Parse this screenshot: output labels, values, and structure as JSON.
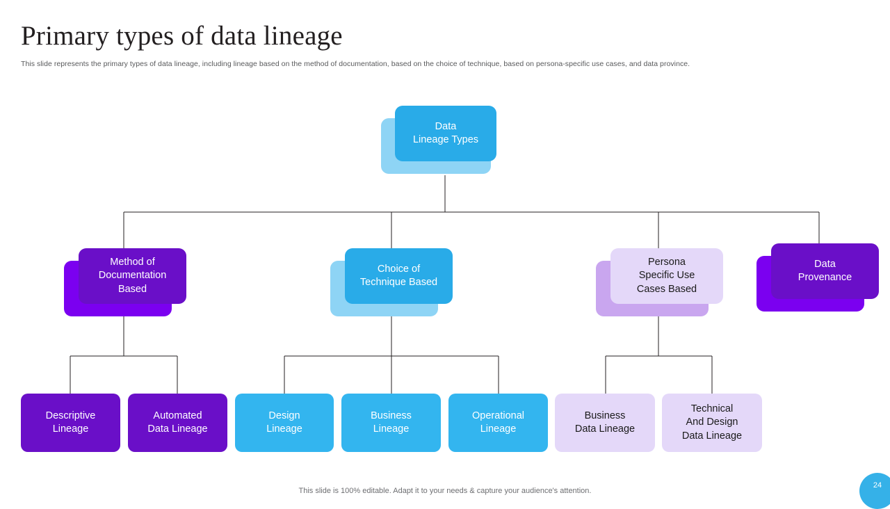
{
  "header": {
    "title": "Primary types of data lineage",
    "subtitle": "This slide represents the primary types of data lineage, including lineage based on the method of documentation, based on the choice of technique, based on persona-specific use cases, and data province."
  },
  "diagram": {
    "type": "hierarchy-tree",
    "root": {
      "label": "Data\nLineage Types",
      "color": "#29abe8",
      "shadow_color": "#8ed4f5",
      "text_color": "#ffffff"
    },
    "level2": [
      {
        "label": "Method of\nDocumentation\nBased",
        "color": "#6a0fc8",
        "shadow_color": "#7b00f0",
        "text_color": "#ffffff"
      },
      {
        "label": "Choice of\nTechnique Based",
        "color": "#29abe8",
        "shadow_color": "#8ed4f5",
        "text_color": "#ffffff"
      },
      {
        "label": "Persona\nSpecific Use\nCases Based",
        "color": "#e4d8f9",
        "shadow_color": "#c9a6ef",
        "text_color": "#1a1a1a"
      },
      {
        "label": "Data\nProvenance",
        "color": "#6a0fc8",
        "shadow_color": "#7b00f0",
        "text_color": "#ffffff"
      }
    ],
    "level3": [
      {
        "label": "Descriptive\nLineage",
        "color": "#6a0fc8",
        "text_color": "#ffffff"
      },
      {
        "label": "Automated\nData Lineage",
        "color": "#6a0fc8",
        "text_color": "#ffffff"
      },
      {
        "label": "Design\nLineage",
        "color": "#33b5ef",
        "text_color": "#ffffff"
      },
      {
        "label": "Business\nLineage",
        "color": "#33b5ef",
        "text_color": "#ffffff"
      },
      {
        "label": "Operational\nLineage",
        "color": "#33b5ef",
        "text_color": "#ffffff"
      },
      {
        "label": "Business\nData Lineage",
        "color": "#e4d8f9",
        "text_color": "#1a1a1a"
      },
      {
        "label": "Technical\nAnd Design\nData Lineage",
        "color": "#e4d8f9",
        "text_color": "#1a1a1a"
      }
    ]
  },
  "footer": {
    "note": "This slide is 100% editable. Adapt it to your needs & capture your audience's attention.",
    "page_number": "24",
    "badge_color": "#35b1e8"
  }
}
